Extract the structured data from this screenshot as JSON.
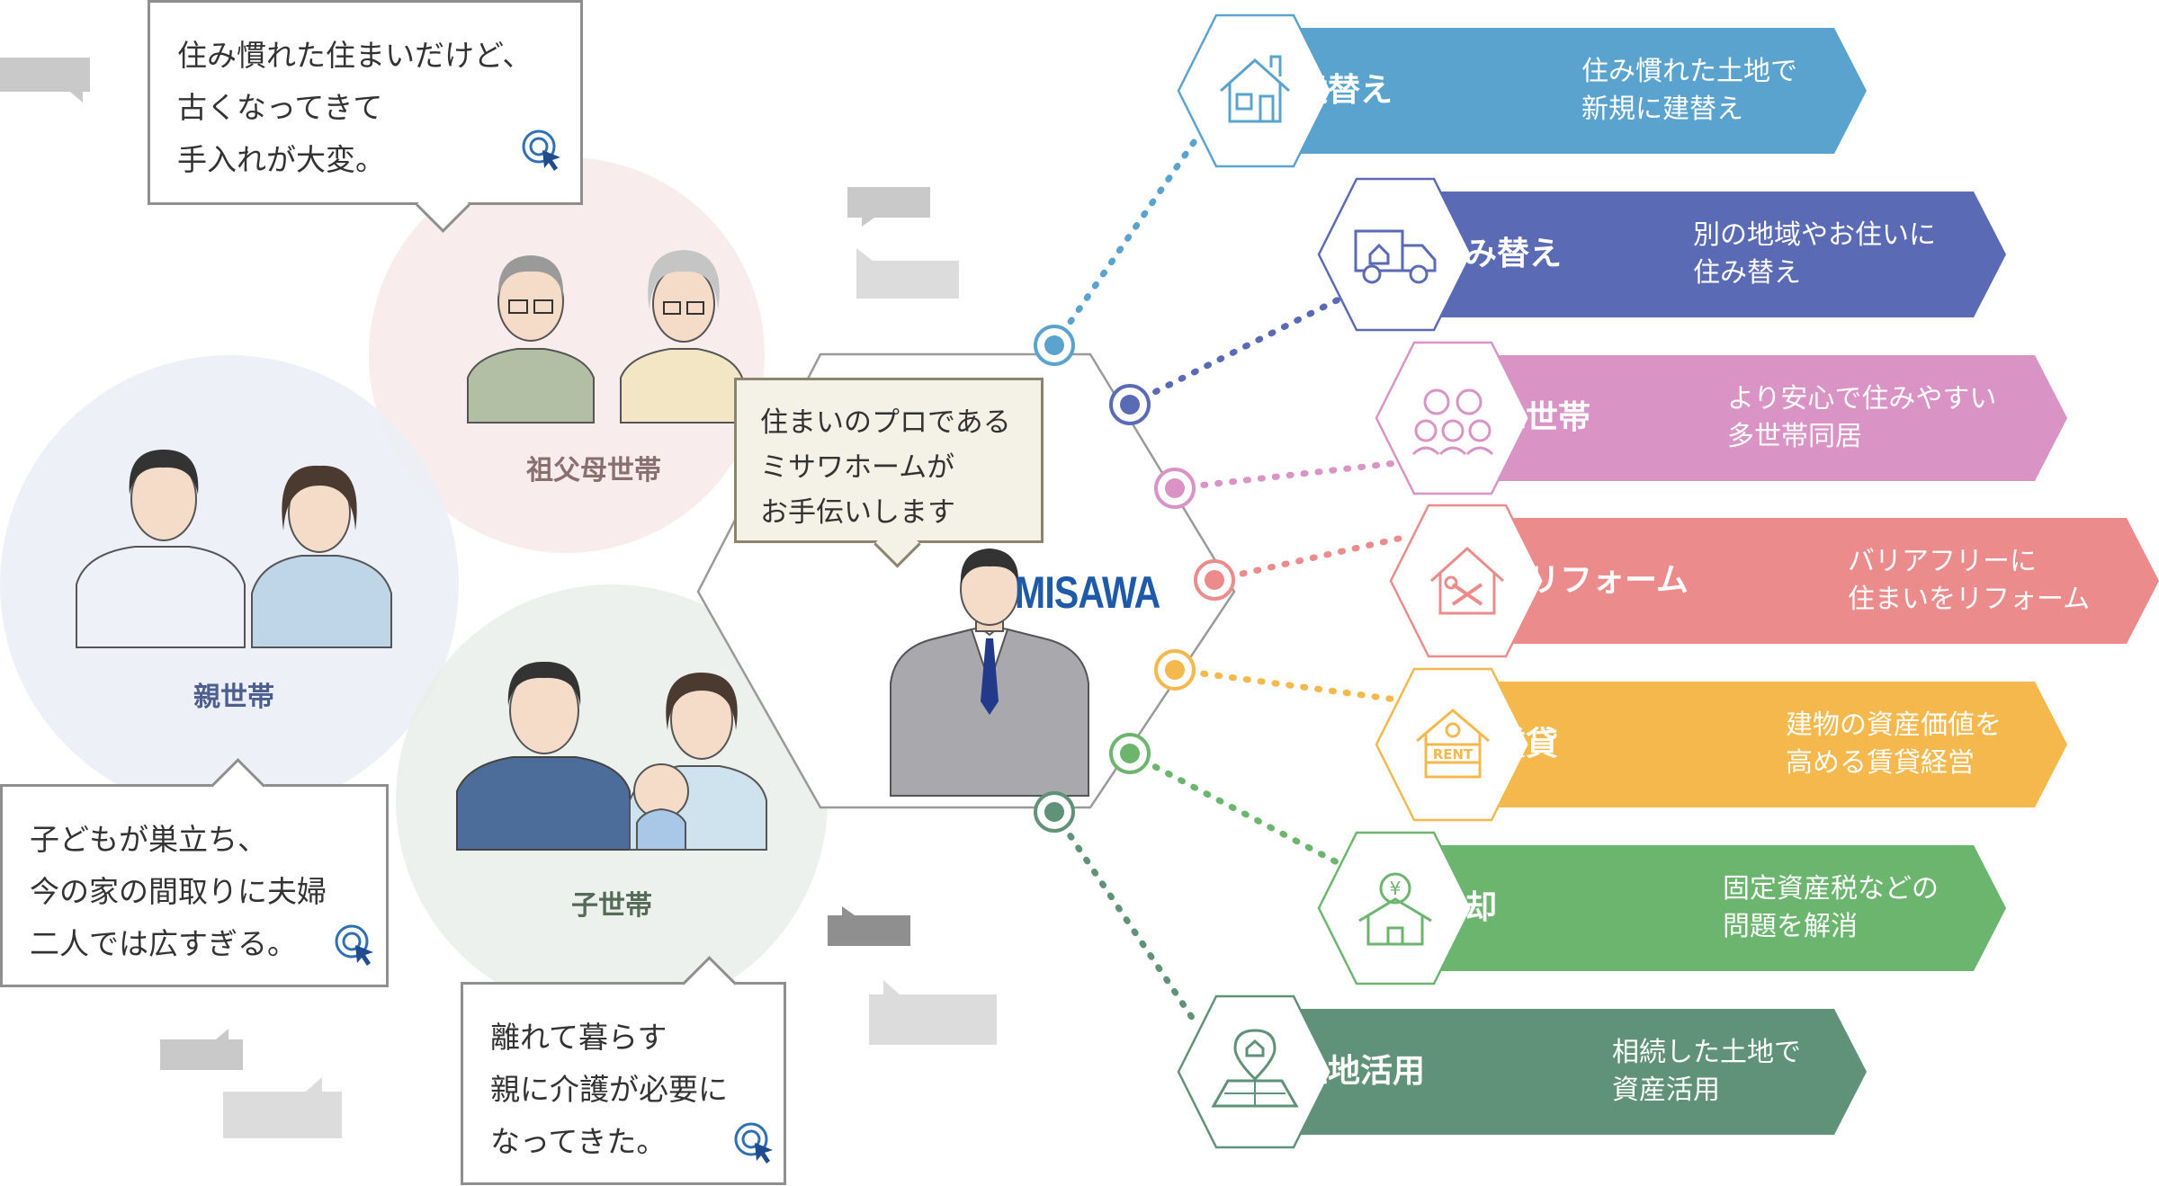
{
  "groups": [
    {
      "label": "祖父母世帯",
      "color": "#8a6f6f"
    },
    {
      "label": "親世帯",
      "color": "#4d5f8f"
    },
    {
      "label": "子世帯",
      "color": "#566b57"
    }
  ],
  "bubbles": [
    {
      "lines": [
        "住み慣れた住まいだけど、",
        "古くなってきて",
        "手入れが大変。"
      ]
    },
    {
      "lines": [
        "子どもが巣立ち、",
        "今の家の間取りに夫婦",
        "二人では広すぎる。"
      ]
    },
    {
      "lines": [
        "離れて暮らす",
        "親に介護が必要に",
        "なってきた。"
      ]
    }
  ],
  "center": {
    "bubble_lines": [
      "住まいのプロである",
      "ミサワホームが",
      "お手伝いします"
    ],
    "brand": "MISAWA"
  },
  "services": [
    {
      "title": "建替え",
      "desc": [
        "住み慣れた土地で",
        "新規に建替え"
      ],
      "color": "#5ba3cf",
      "icon": "house-icon"
    },
    {
      "title": "住み替え",
      "desc": [
        "別の地域やお住いに",
        "住み替え"
      ],
      "color": "#5b6ab5",
      "icon": "moving-truck-icon"
    },
    {
      "title": "二世帯",
      "desc": [
        "より安心で住みやすい",
        "多世帯同居"
      ],
      "color": "#d993c4",
      "icon": "family-icon"
    },
    {
      "title": "リフォーム",
      "desc": [
        "バリアフリーに",
        "住まいをリフォーム"
      ],
      "color": "#ec8b8b",
      "icon": "renovation-tools-icon"
    },
    {
      "title": "賃貸",
      "desc": [
        "建物の資産価値を",
        "高める賃貸経営"
      ],
      "color": "#f4b84c",
      "icon": "rent-house-icon"
    },
    {
      "title": "売却",
      "desc": [
        "固定資産税などの",
        "問題を解消"
      ],
      "color": "#6cb56f",
      "icon": "yen-house-icon"
    },
    {
      "title": "土地活用",
      "desc": [
        "相続した土地で",
        "資産活用"
      ],
      "color": "#5f9278",
      "icon": "land-pin-icon"
    }
  ]
}
